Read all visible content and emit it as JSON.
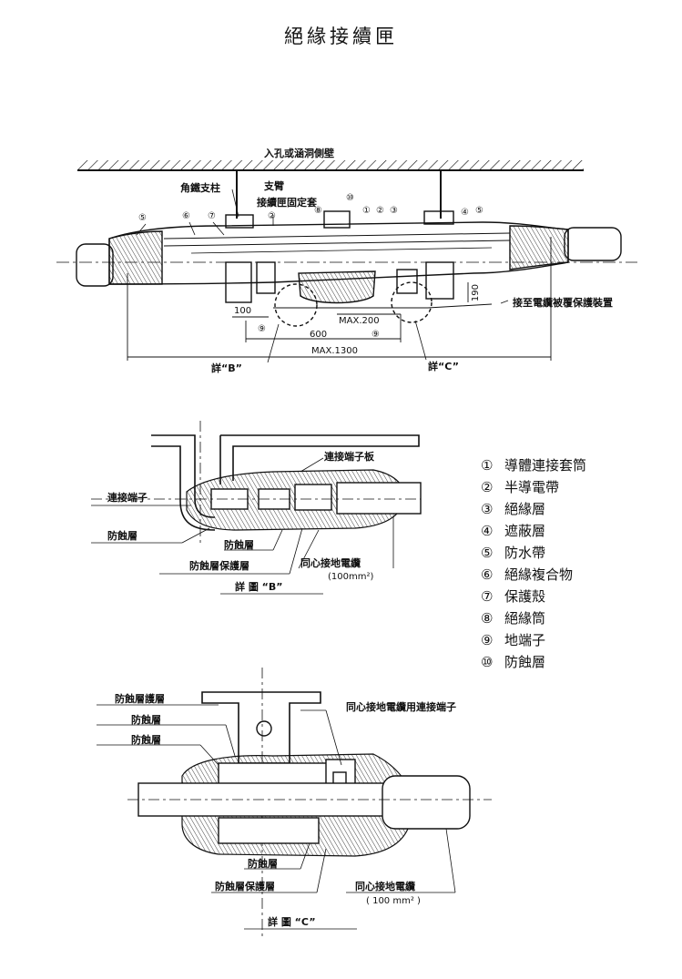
{
  "title": "絕緣接續匣",
  "main": {
    "wall": "入孔或涵洞側壁",
    "angle_post": "角鐵支柱",
    "bracket": "支臂",
    "clamp": "接續匣固定套",
    "protect_device": "接至電纜被覆保護裝置",
    "dim_100": "100",
    "dim_190": "190",
    "dim_max200": "MAX.200",
    "dim_600": "600",
    "dim_max1300": "MAX.1300",
    "detail_b_ref": "詳“B”",
    "detail_c_ref": "詳“C”",
    "callouts": {
      "n1": "①",
      "n2": "②",
      "n3": "③",
      "n4": "④",
      "n5": "⑤",
      "n6": "⑥",
      "n7": "⑦",
      "n8": "⑧",
      "n9": "⑨",
      "n10": "⑩"
    }
  },
  "detail_b": {
    "terminal_plate": "連接端子板",
    "terminal": "連接端子",
    "anticorrosion": "防蝕層",
    "anticorrosion2": "防蝕層",
    "protect_layer": "防蝕層保護層",
    "ground_cable": "同心接地電纜",
    "cable_size": "(100mm²)",
    "caption": "詳 圖 “B”"
  },
  "detail_c": {
    "protect_layer": "防蝕層護層",
    "anticorrosion_a": "防蝕層",
    "anticorrosion_b": "防蝕層",
    "terminal": "同心接地電纜用連接端子",
    "anticorrosion_c": "防蝕層",
    "protect_layer2": "防蝕層保護層",
    "ground_cable": "同心接地電纜",
    "cable_size": "( 100 mm² )",
    "caption": "詳 圖 “C”"
  },
  "legend": [
    {
      "num": "①",
      "text": "導體連接套筒"
    },
    {
      "num": "②",
      "text": "半導電帶"
    },
    {
      "num": "③",
      "text": "絕緣層"
    },
    {
      "num": "④",
      "text": "遮蔽層"
    },
    {
      "num": "⑤",
      "text": "防水帶"
    },
    {
      "num": "⑥",
      "text": "絕緣複合物"
    },
    {
      "num": "⑦",
      "text": "保護殼"
    },
    {
      "num": "⑧",
      "text": "絕緣筒"
    },
    {
      "num": "⑨",
      "text": "地端子"
    },
    {
      "num": "⑩",
      "text": "防蝕層"
    }
  ]
}
